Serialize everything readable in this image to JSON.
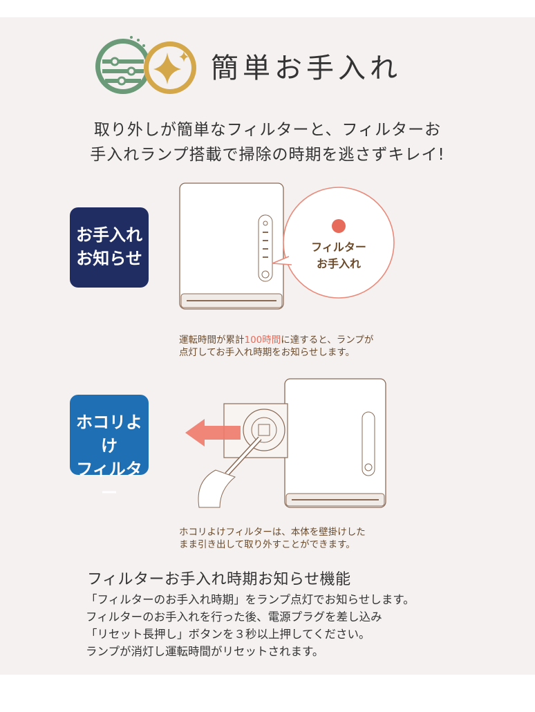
{
  "header": {
    "title": "簡単お手入れ",
    "logo_icons": [
      "filter-icon",
      "sparkle-icon"
    ]
  },
  "intro": {
    "line1": "取り外しが簡単なフィルターと、フィルターお",
    "line2": "手入れランプ搭載で掃除の時期を逃さずキレイ!"
  },
  "section1": {
    "badge_line1": "お手入れ",
    "badge_line2": "お知らせ",
    "bubble_line1": "フィルター",
    "bubble_line2": "お手入れ",
    "caption_part1": "運転時間が累計",
    "caption_highlight": "100時間",
    "caption_part2": "に達すると、ランプが",
    "caption_line2": "点灯してお手入れ時期をお知らせします。"
  },
  "section2": {
    "badge_line1": "ホコリよけ",
    "badge_line2": "フィルター",
    "caption_line1": "ホコリよけフィルターは、本体を壁掛けした",
    "caption_line2": "まま引き出して取り外すことができます。"
  },
  "feature": {
    "title": "フィルターお手入れ時期お知らせ機能",
    "lines": [
      "「フィルターのお手入れ時期」をランプ点灯でお知らせします。",
      "フィルターのお手入れを行った後、電源プラグを差し込み",
      "「リセット長押し」ボタンを３秒以上押してください。",
      "ランプが消灯し運転時間がリセットされます。"
    ]
  },
  "colors": {
    "panel_bg": "#f4f1f0",
    "navy_badge": "#1f2d63",
    "blue_badge": "#1f6fb4",
    "accent_red": "#e76b5a",
    "caption_brown": "#6b4a2a",
    "logo_green": "#6a9a78",
    "logo_gold": "#d4a84a"
  }
}
